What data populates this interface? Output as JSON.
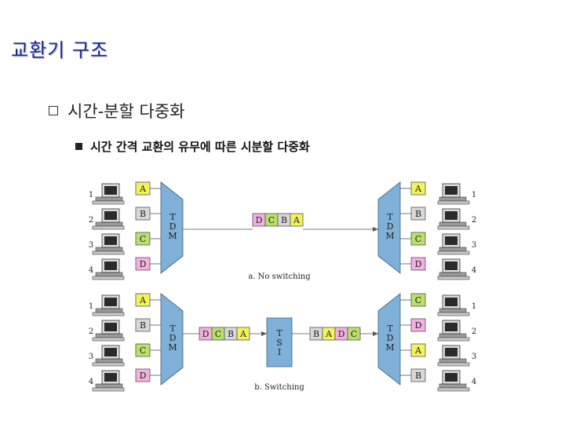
{
  "title": "교환기 구조",
  "bullet1": "시간-분할 다중화",
  "bullet2": "시간 간격 교환의 유무에 따른 시분할 다중화",
  "colors": {
    "title": "#1f2a8c",
    "trapezoid": "#7fb0d8",
    "yellow": "#f2f25a",
    "green": "#b8e06a",
    "pink": "#f4b0e0",
    "gray": "#d8d8d8"
  },
  "diagram_a": {
    "caption": "a. No switching",
    "tdm_label": "T D M",
    "left_inputs": [
      {
        "port": "1",
        "letter": "A",
        "color": "yellow"
      },
      {
        "port": "2",
        "letter": "B",
        "color": "gray"
      },
      {
        "port": "3",
        "letter": "C",
        "color": "green"
      },
      {
        "port": "4",
        "letter": "D",
        "color": "pink"
      }
    ],
    "frame": [
      {
        "letter": "D",
        "color": "pink"
      },
      {
        "letter": "C",
        "color": "green"
      },
      {
        "letter": "B",
        "color": "gray"
      },
      {
        "letter": "A",
        "color": "yellow"
      }
    ],
    "right_outputs": [
      {
        "port": "1",
        "letter": "A",
        "color": "yellow"
      },
      {
        "port": "2",
        "letter": "B",
        "color": "gray"
      },
      {
        "port": "3",
        "letter": "C",
        "color": "green"
      },
      {
        "port": "4",
        "letter": "D",
        "color": "pink"
      }
    ]
  },
  "diagram_b": {
    "caption": "b. Switching",
    "tdm_label": "T D M",
    "tsi_label": "T S I",
    "left_inputs": [
      {
        "port": "1",
        "letter": "A",
        "color": "yellow"
      },
      {
        "port": "2",
        "letter": "B",
        "color": "gray"
      },
      {
        "port": "3",
        "letter": "C",
        "color": "green"
      },
      {
        "port": "4",
        "letter": "D",
        "color": "pink"
      }
    ],
    "frame_in": [
      {
        "letter": "D",
        "color": "pink"
      },
      {
        "letter": "C",
        "color": "green"
      },
      {
        "letter": "B",
        "color": "gray"
      },
      {
        "letter": "A",
        "color": "yellow"
      }
    ],
    "frame_out": [
      {
        "letter": "B",
        "color": "gray"
      },
      {
        "letter": "A",
        "color": "yellow"
      },
      {
        "letter": "D",
        "color": "pink"
      },
      {
        "letter": "C",
        "color": "green"
      }
    ],
    "right_outputs": [
      {
        "port": "1",
        "letter": "C",
        "color": "green"
      },
      {
        "port": "2",
        "letter": "D",
        "color": "pink"
      },
      {
        "port": "3",
        "letter": "A",
        "color": "yellow"
      },
      {
        "port": "4",
        "letter": "B",
        "color": "gray"
      }
    ]
  }
}
